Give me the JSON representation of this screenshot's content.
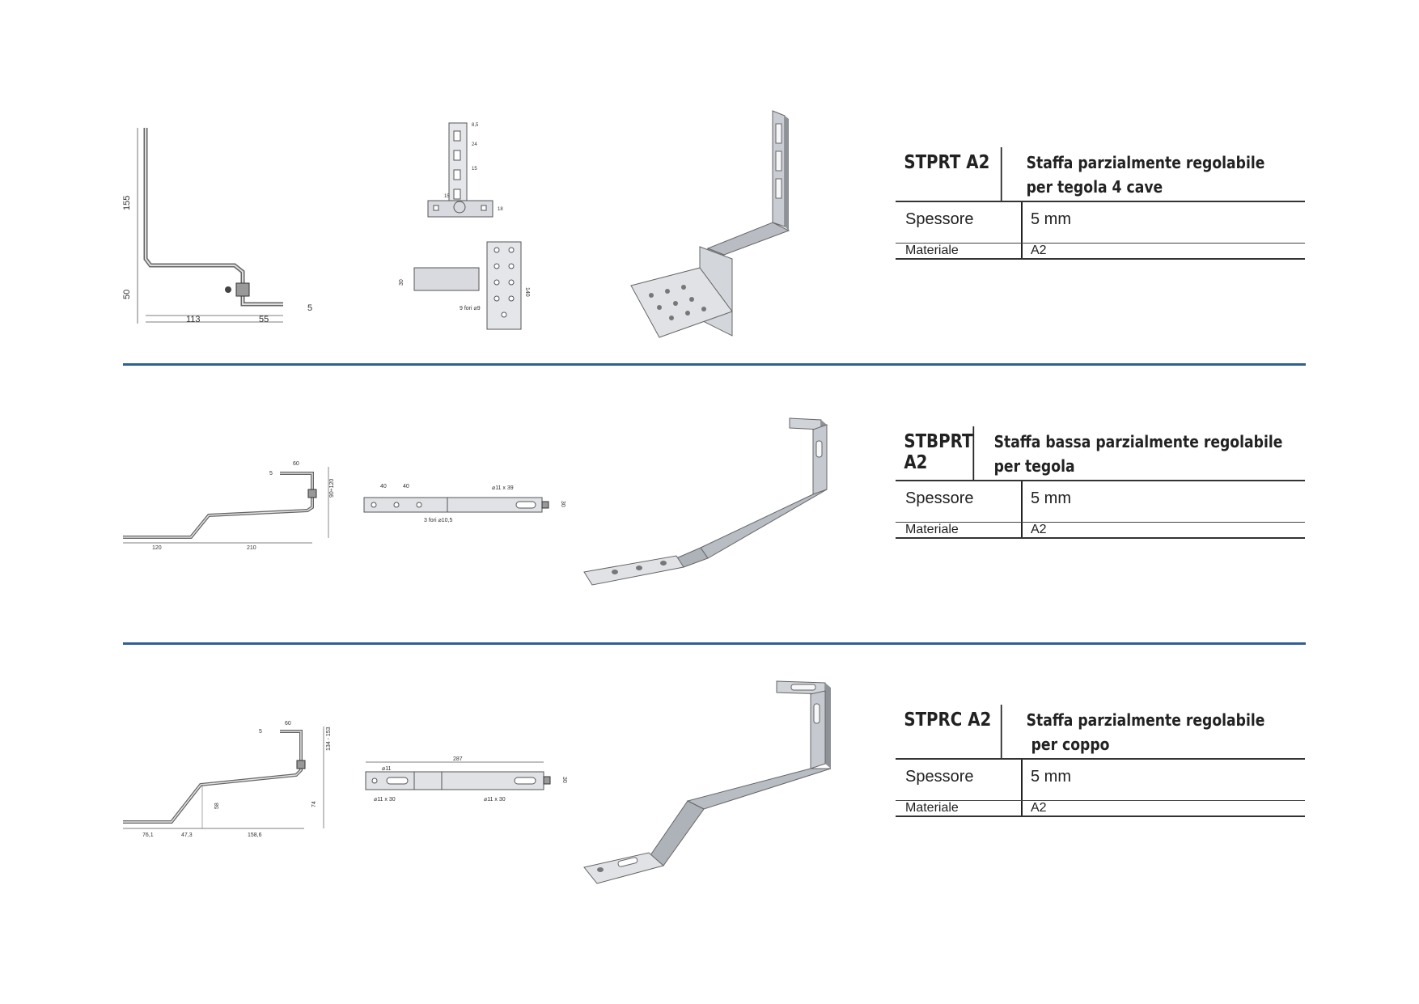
{
  "products": [
    {
      "code": "STPRT A2",
      "title_line1": "Staffa parzialmente regolabile",
      "title_line2": "per tegola 4 cave",
      "rows": [
        {
          "label": "Spessore",
          "value": "5 mm"
        },
        {
          "label": "Materiale",
          "value": "A2"
        }
      ],
      "side_dims": {
        "h1": "155",
        "h2": "50",
        "w1": "113",
        "w2": "55",
        "t": "5"
      },
      "top_dims": {
        "a": "8,5",
        "b": "24",
        "c": "15",
        "d": "18",
        "e": "15"
      },
      "plate_dims": {
        "w": "30",
        "h": "140",
        "holes": "9 fori ⌀9"
      }
    },
    {
      "code": "STBPRT A2",
      "title_line1": "Staffa bassa parzialmente regolabile",
      "title_line2": "per tegola",
      "rows": [
        {
          "label": "Spessore",
          "value": "5 mm"
        },
        {
          "label": "Materiale",
          "value": "A2"
        }
      ],
      "side_dims": {
        "top": "60",
        "t": "5",
        "h": "90÷120",
        "w1": "120",
        "w2": "210"
      },
      "plate_dims": {
        "p1": "40",
        "p2": "40",
        "slot": "⌀11 x 39",
        "holes": "3 fori ⌀10,5",
        "w": "30"
      }
    },
    {
      "code": "STPRC A2",
      "title_line1": "Staffa parzialmente regolabile",
      "title_line2": " per coppo",
      "rows": [
        {
          "label": "Spessore",
          "value": "5 mm"
        },
        {
          "label": "Materiale",
          "value": "A2"
        }
      ],
      "side_dims": {
        "top": "60",
        "t": "5",
        "h": "134 - 153",
        "h2": "74",
        "rise": "58",
        "w1": "76,1",
        "w2": "47,3",
        "w3": "158,6"
      },
      "plate_dims": {
        "len": "287",
        "hole": "⌀11",
        "slot1": "⌀11 x 30",
        "slot2": "⌀11 x 30",
        "w": "30"
      }
    }
  ]
}
